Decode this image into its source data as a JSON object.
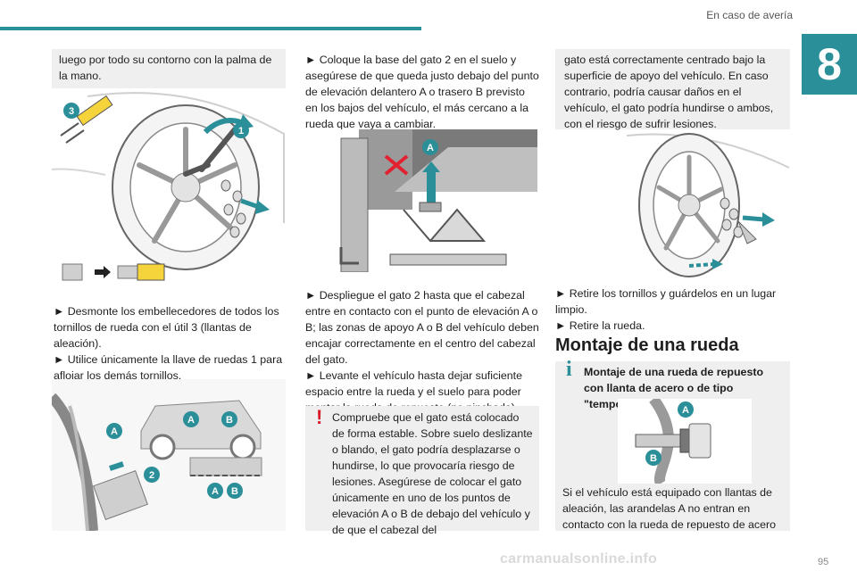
{
  "header": {
    "section_title": "En caso de avería",
    "chapter_number": "8",
    "accent_color": "#2b8f99"
  },
  "column1": {
    "intro_box": "luego por todo su contorno con la palma de la mano.",
    "fig_callouts": {
      "tool": "3",
      "key": "1"
    },
    "steps": [
      "► Desmonte los embellecedores de todos los tornillos de rueda con el útil 3 (llantas de aleación).",
      "► Utilice únicamente la llave de ruedas 1 para aflojar los demás tornillos."
    ],
    "fig2_callouts": {
      "a": "A",
      "b": "B",
      "jack": "2"
    }
  },
  "column2": {
    "step1": "► Coloque la base del gato 2 en el suelo y asegúrese de que queda justo debajo del punto de elevación delantero A o trasero B previsto en los bajos del vehículo, el más cercano a la rueda que vaya a cambiar.",
    "fig_callout": "A",
    "step2": "► Despliegue el gato 2 hasta que el cabezal entre en contacto con el punto de elevación A o B; las zonas de apoyo A o B del vehículo deben encajar correctamente en el centro del cabezal del gato.",
    "step3": "► Levante el vehículo hasta dejar suficiente espacio entre la rueda y el suelo para poder montar la rueda de repuesto (no pinchada).",
    "warning": {
      "icon": "!",
      "text": "Compruebe que el gato está colocado de forma estable. Sobre suelo deslizante o blando, el gato podría desplazarse o hundirse, lo que provocaría riesgo de lesiones. Asegúrese de colocar el gato únicamente en uno de los puntos de elevación A o B de debajo del vehículo y de que el cabezal del"
    }
  },
  "column3": {
    "warning_cont": "gato está correctamente centrado bajo la superficie de apoyo del vehículo. En caso contrario, podría causar daños en el vehículo, el gato podría hundirse o ambos, con el riesgo de sufrir lesiones.",
    "steps": [
      "► Retire los tornillos y guárdelos en un lugar limpio.",
      "► Retire la rueda."
    ],
    "section_heading": "Montaje de una rueda",
    "info": {
      "icon": "i",
      "title": "Montaje de una rueda de repuesto con llanta de acero o de tipo \"temporal\"",
      "callouts": {
        "a": "A",
        "b": "B"
      },
      "text": "Si el vehículo está equipado con llantas de aleación, las arandelas A no entran en contacto con la rueda de repuesto de acero"
    }
  },
  "footer": {
    "page_number": "95",
    "watermark": "carmanualsonline.info"
  }
}
